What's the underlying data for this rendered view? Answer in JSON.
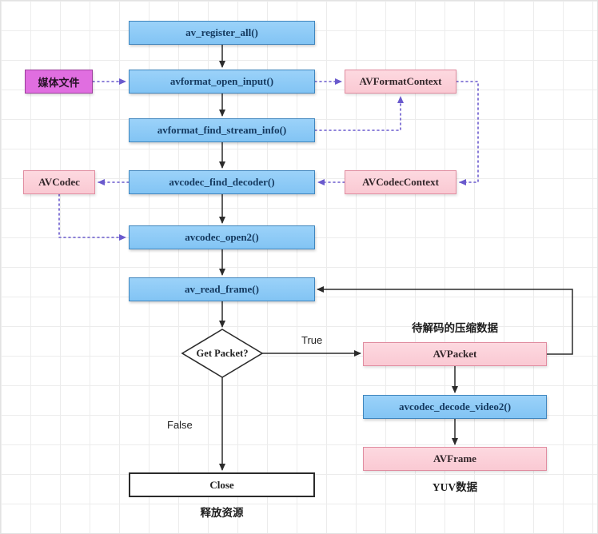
{
  "nodes": {
    "av_register_all": "av_register_all()",
    "media_file": "媒体文件",
    "avformat_open_input": "avformat_open_input()",
    "avformat_context": "AVFormatContext",
    "avformat_find_stream_info": "avformat_find_stream_info()",
    "avcodec": "AVCodec",
    "avcodec_find_decoder": "avcodec_find_decoder()",
    "avcodec_context": "AVCodecContext",
    "avcodec_open2": "avcodec_open2()",
    "av_read_frame": "av_read_frame()",
    "get_packet": "Get Packet?",
    "avpacket": "AVPacket",
    "avcodec_decode_video2": "avcodec_decode_video2()",
    "avframe": "AVFrame",
    "close": "Close"
  },
  "labels": {
    "true_branch": "True",
    "false_branch": "False",
    "packet_note": "待解码的压缩数据",
    "yuv_note": "YUV数据",
    "release_note": "释放资源"
  },
  "edges": [
    {
      "from": "av_register_all",
      "to": "avformat_open_input",
      "style": "solid"
    },
    {
      "from": "avformat_open_input",
      "to": "avformat_find_stream_info",
      "style": "solid"
    },
    {
      "from": "avformat_find_stream_info",
      "to": "avcodec_find_decoder",
      "style": "solid"
    },
    {
      "from": "avcodec_find_decoder",
      "to": "avcodec_open2",
      "style": "solid"
    },
    {
      "from": "avcodec_open2",
      "to": "av_read_frame",
      "style": "solid"
    },
    {
      "from": "av_read_frame",
      "to": "get_packet",
      "style": "solid"
    },
    {
      "from": "get_packet",
      "to": "avpacket",
      "style": "solid",
      "label": "True"
    },
    {
      "from": "avpacket",
      "to": "avcodec_decode_video2",
      "style": "solid"
    },
    {
      "from": "avcodec_decode_video2",
      "to": "avframe",
      "style": "solid"
    },
    {
      "from": "get_packet",
      "to": "close",
      "style": "solid",
      "label": "False"
    },
    {
      "from": "avpacket",
      "to": "av_read_frame",
      "style": "solid",
      "route": "right-loop"
    },
    {
      "from": "media_file",
      "to": "avformat_open_input",
      "style": "dotted"
    },
    {
      "from": "avformat_open_input",
      "to": "avformat_context",
      "style": "dotted"
    },
    {
      "from": "avformat_find_stream_info",
      "to": "avformat_context",
      "style": "dotted"
    },
    {
      "from": "avformat_context",
      "to": "avcodec_context",
      "style": "dotted"
    },
    {
      "from": "avcodec_context",
      "to": "avcodec_find_decoder",
      "style": "dotted"
    },
    {
      "from": "avcodec_find_decoder",
      "to": "avcodec",
      "style": "dotted"
    },
    {
      "from": "avcodec",
      "to": "avcodec_open2",
      "style": "dotted"
    }
  ],
  "colors": {
    "process_fill": "#8ECDF8",
    "process_border": "#3F85BD",
    "data_fill": "#FBD2DB",
    "data_border": "#E08CA0",
    "media_fill": "#E06EE0",
    "media_border": "#9C3E9C",
    "solid_arrow": "#2B2B2B",
    "dotted_arrow": "#6A5ACD",
    "grid_line": "#ECECEC"
  }
}
